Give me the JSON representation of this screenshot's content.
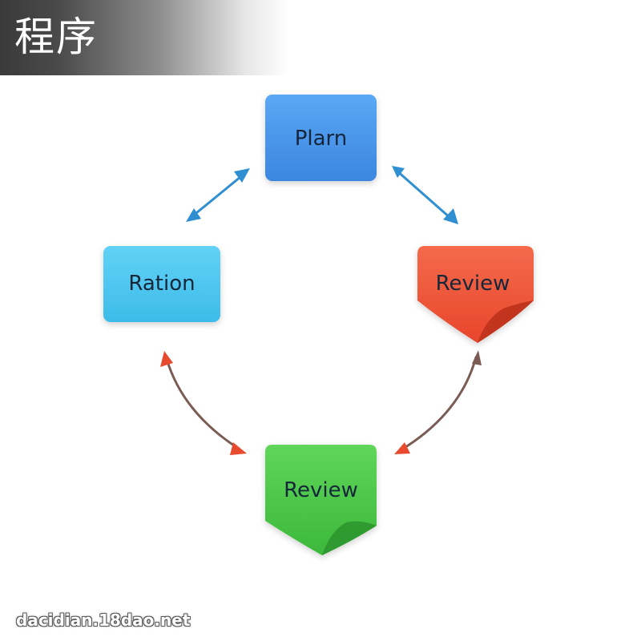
{
  "header": {
    "title": "程序"
  },
  "nodes": {
    "top": {
      "label": "Plarn",
      "color": "#4a97ec"
    },
    "left": {
      "label": "Ration",
      "color": "#4fc8f0"
    },
    "right": {
      "label": "Review",
      "color": "#ef5a3c"
    },
    "bottom": {
      "label": "Review",
      "color": "#4cc847"
    }
  },
  "arrows": {
    "upper_color": "#2f8fd0",
    "lower_color": "#7a5c54",
    "arrowhead_color": "#e74a2e"
  },
  "watermark": {
    "text": "dacidian.18dao.net"
  }
}
